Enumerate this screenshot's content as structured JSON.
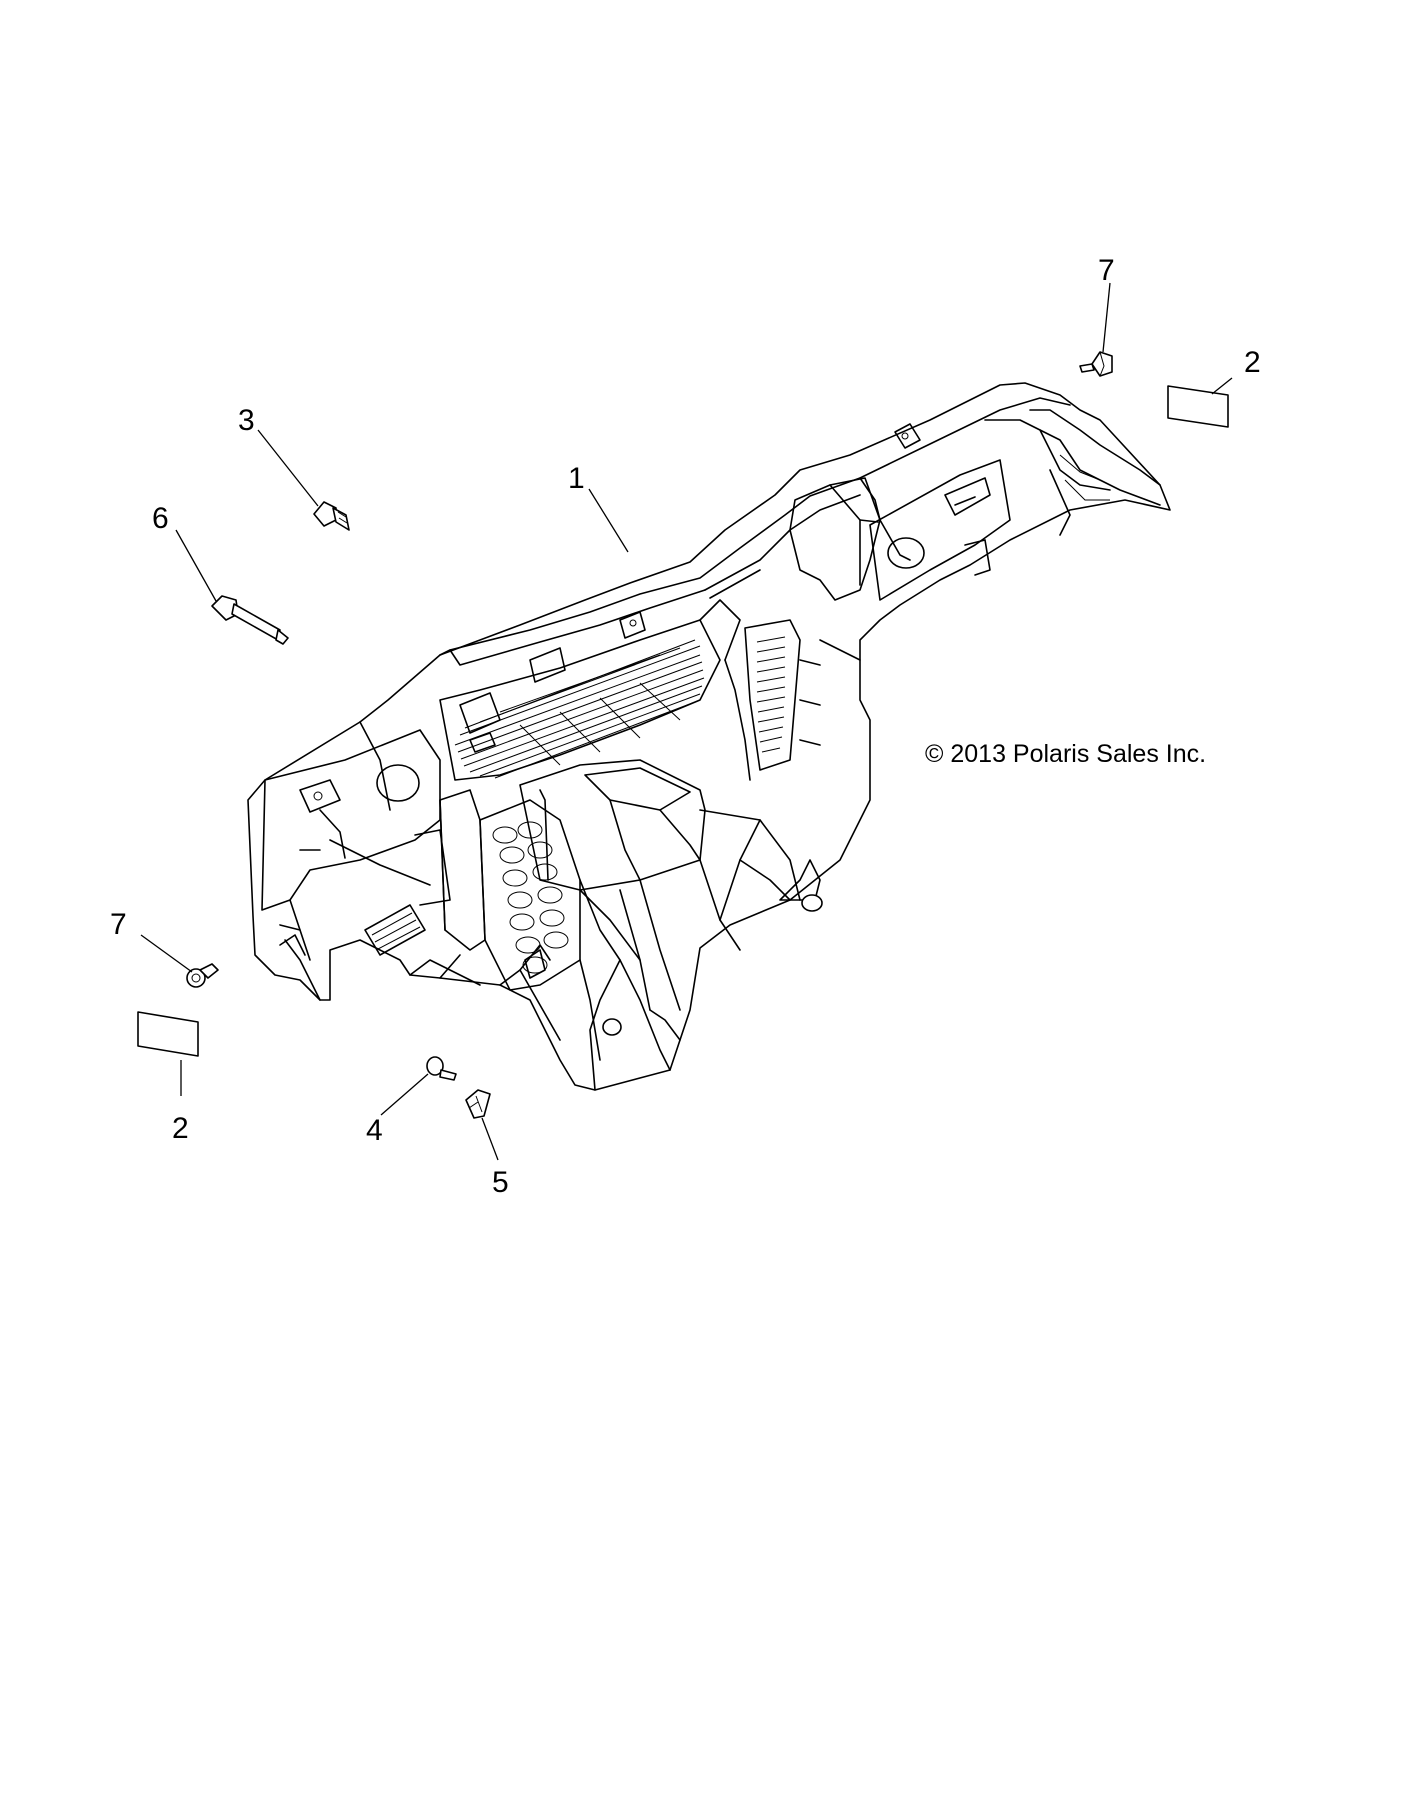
{
  "diagram": {
    "copyright": "© 2013 Polaris Sales Inc.",
    "callouts": [
      {
        "id": "c1",
        "label": "1"
      },
      {
        "id": "c2a",
        "label": "2"
      },
      {
        "id": "c2b",
        "label": "2"
      },
      {
        "id": "c3",
        "label": "3"
      },
      {
        "id": "c4",
        "label": "4"
      },
      {
        "id": "c5",
        "label": "5"
      },
      {
        "id": "c6",
        "label": "6"
      },
      {
        "id": "c7a",
        "label": "7"
      },
      {
        "id": "c7b",
        "label": "7"
      }
    ]
  }
}
